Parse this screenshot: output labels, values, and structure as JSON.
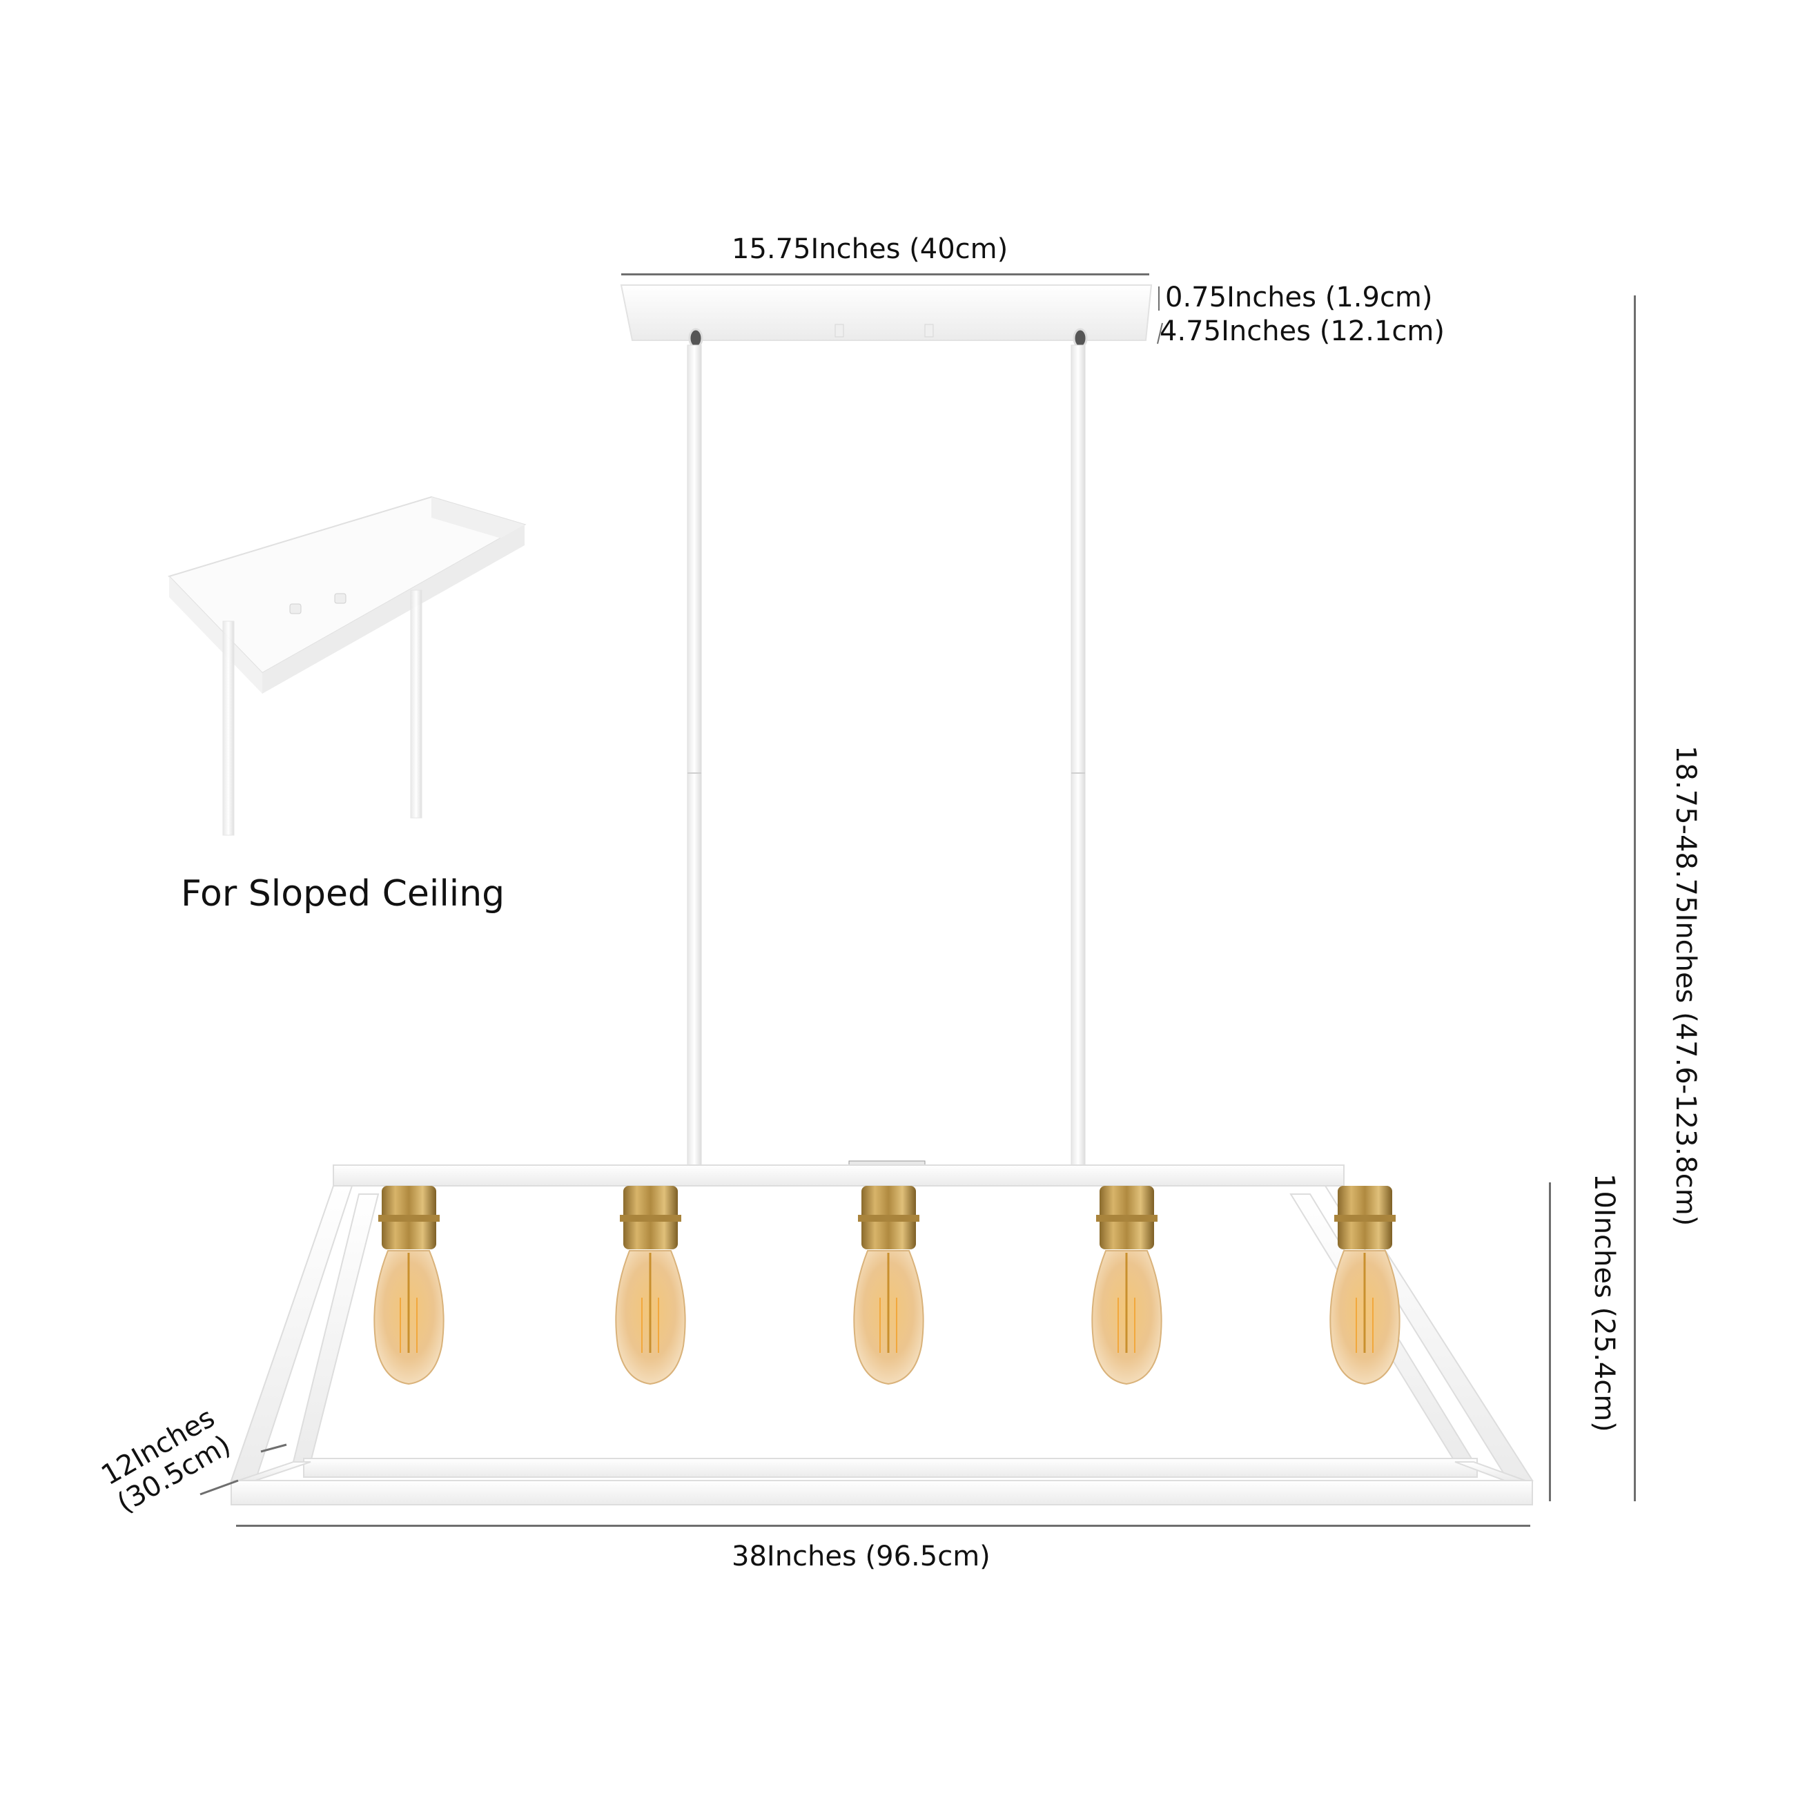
{
  "product": {
    "type": "5-light linear pendant chandelier",
    "finish_color": "#f7f7f7",
    "socket_color": "#b8924a",
    "bulb_color": "#e9b86a",
    "bulb_count": 5
  },
  "dimensions": {
    "canopy_width": "15.75Inches (40cm)",
    "canopy_height": "0.75Inches (1.9cm)",
    "canopy_depth": "4.75Inches (12.1cm)",
    "overall_height": "18.75-48.75Inches (47.6-123.8cm)",
    "frame_height": "10Inches (25.4cm)",
    "frame_depth_line1": "12Inches",
    "frame_depth_line2": "(30.5cm)",
    "frame_width": "38Inches (96.5cm)"
  },
  "inset": {
    "caption": "For Sloped Ceiling"
  },
  "colors": {
    "dimension_line": "#6e6e6e",
    "text": "#111111",
    "background": "#ffffff"
  }
}
